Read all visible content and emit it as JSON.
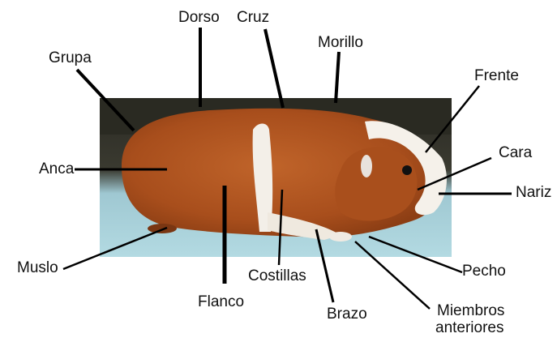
{
  "figure": {
    "labels": {
      "dorso": "Dorso",
      "cruz": "Cruz",
      "grupa": "Grupa",
      "morillo": "Morillo",
      "frente": "Frente",
      "cara": "Cara",
      "anca": "Anca",
      "nariz": "Nariz",
      "muslo": "Muslo",
      "costillas": "Costillas",
      "flanco": "Flanco",
      "pecho": "Pecho",
      "brazo": "Brazo",
      "miembros_line1": "Miembros",
      "miembros_line2": "anteriores"
    },
    "photo": {
      "background_color": "#2a2a22",
      "mat_color": "#a9d2da",
      "fur_color": "#b5561f",
      "white_fur_color": "#f3efe8"
    }
  }
}
